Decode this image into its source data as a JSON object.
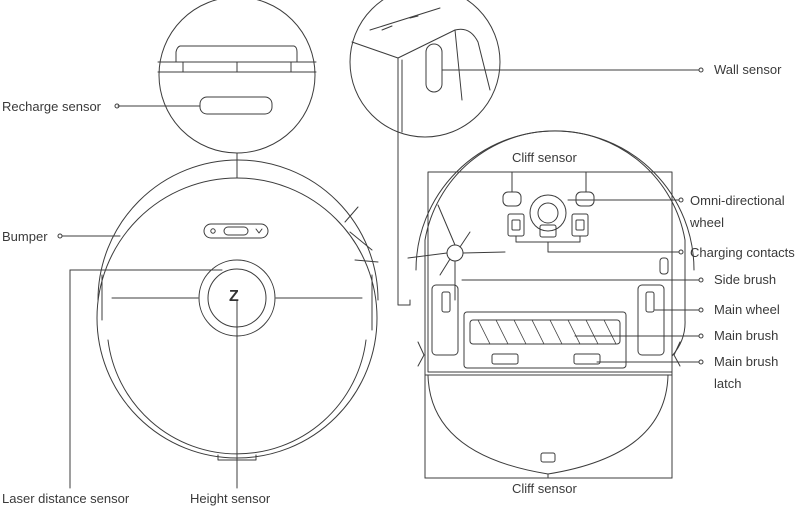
{
  "labels": {
    "recharge_sensor": "Recharge sensor",
    "bumper": "Bumper",
    "laser_distance_sensor": "Laser distance sensor",
    "height_sensor": "Height sensor",
    "wall_sensor": "Wall sensor",
    "cliff_sensor_top": "Cliff sensor",
    "omni_wheel_line1": "Omni-directional",
    "omni_wheel_line2": "wheel",
    "charging_contacts": "Charging contacts",
    "side_brush": "Side brush",
    "main_wheel": "Main wheel",
    "main_brush": "Main brush",
    "main_brush_latch_line1": "Main brush",
    "main_brush_latch_line2": "latch",
    "cliff_sensor_bottom": "Cliff sensor"
  },
  "logo_mark": "Z",
  "colors": {
    "line": "#3c3c3c",
    "text": "#3a3a3a",
    "background": "#ffffff"
  }
}
